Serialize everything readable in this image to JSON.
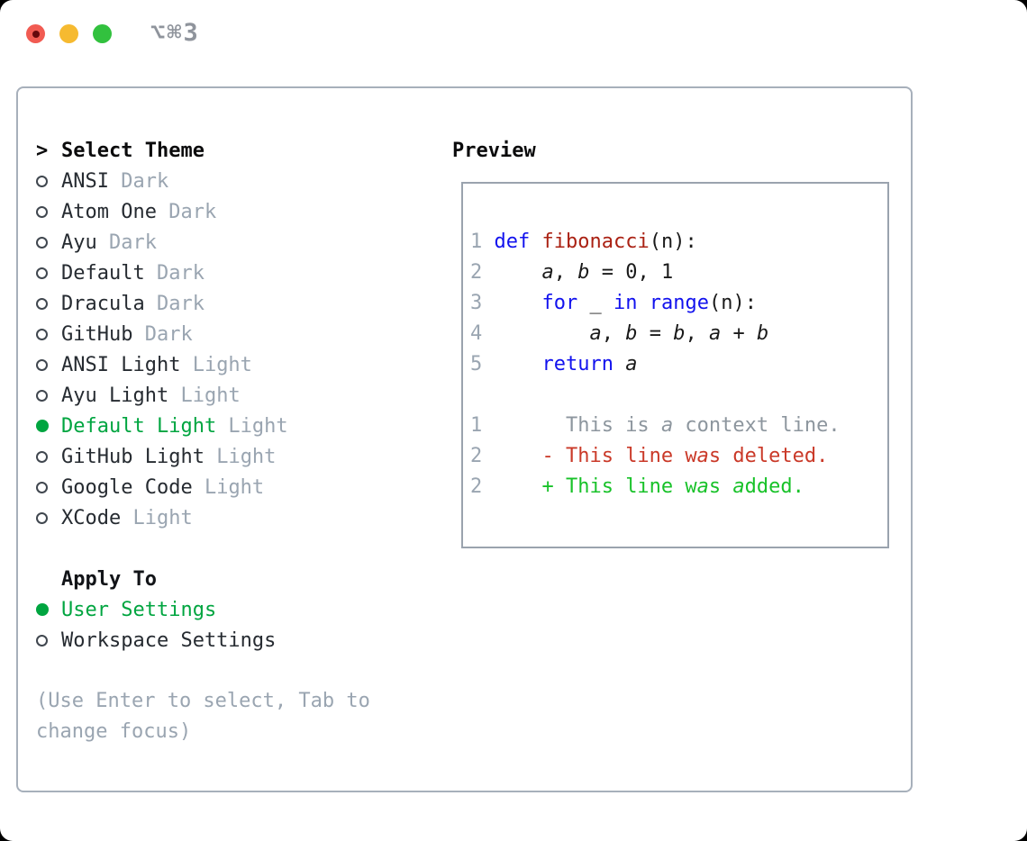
{
  "window": {
    "title": "⌥⌘3"
  },
  "theme_panel": {
    "prompt": ">",
    "header": "Select Theme",
    "items": [
      {
        "name": "ANSI",
        "variant": "Dark",
        "selected": false
      },
      {
        "name": "Atom One",
        "variant": "Dark",
        "selected": false
      },
      {
        "name": "Ayu",
        "variant": "Dark",
        "selected": false
      },
      {
        "name": "Default",
        "variant": "Dark",
        "selected": false
      },
      {
        "name": "Dracula",
        "variant": "Dark",
        "selected": false
      },
      {
        "name": "GitHub",
        "variant": "Dark",
        "selected": false
      },
      {
        "name": "ANSI Light",
        "variant": "Light",
        "selected": false
      },
      {
        "name": "Ayu Light",
        "variant": "Light",
        "selected": false
      },
      {
        "name": "Default Light",
        "variant": "Light",
        "selected": true
      },
      {
        "name": "GitHub Light",
        "variant": "Light",
        "selected": false
      },
      {
        "name": "Google Code",
        "variant": "Light",
        "selected": false
      },
      {
        "name": "XCode",
        "variant": "Light",
        "selected": false
      }
    ],
    "apply_to": {
      "header": "Apply To",
      "options": [
        {
          "name": "User Settings",
          "selected": true
        },
        {
          "name": "Workspace Settings",
          "selected": false
        }
      ]
    },
    "help": "(Use Enter to select, Tab to change focus)"
  },
  "preview": {
    "title": "Preview",
    "lines": [
      {
        "num": "1",
        "segs": [
          {
            "c": "plain",
            "t": " "
          },
          {
            "c": "kw",
            "t": "def"
          },
          {
            "c": "plain",
            "t": " "
          },
          {
            "c": "fn",
            "t": "fibonacci"
          },
          {
            "c": "plain",
            "t": "(n):"
          }
        ]
      },
      {
        "num": "2",
        "segs": [
          {
            "c": "plain",
            "t": "     "
          },
          {
            "c": "var",
            "t": "a"
          },
          {
            "c": "plain",
            "t": ", "
          },
          {
            "c": "var",
            "t": "b"
          },
          {
            "c": "plain",
            "t": " = 0, 1"
          }
        ]
      },
      {
        "num": "3",
        "segs": [
          {
            "c": "plain",
            "t": "     "
          },
          {
            "c": "kw",
            "t": "for"
          },
          {
            "c": "plain",
            "t": " _ "
          },
          {
            "c": "kw",
            "t": "in"
          },
          {
            "c": "plain",
            "t": " "
          },
          {
            "c": "kw",
            "t": "range"
          },
          {
            "c": "plain",
            "t": "(n):"
          }
        ]
      },
      {
        "num": "4",
        "segs": [
          {
            "c": "plain",
            "t": "         "
          },
          {
            "c": "var",
            "t": "a"
          },
          {
            "c": "plain",
            "t": ", "
          },
          {
            "c": "var",
            "t": "b"
          },
          {
            "c": "plain",
            "t": " = "
          },
          {
            "c": "var",
            "t": "b"
          },
          {
            "c": "plain",
            "t": ", "
          },
          {
            "c": "var",
            "t": "a"
          },
          {
            "c": "plain",
            "t": " + "
          },
          {
            "c": "var",
            "t": "b"
          }
        ]
      },
      {
        "num": "5",
        "segs": [
          {
            "c": "plain",
            "t": "     "
          },
          {
            "c": "kw",
            "t": "return"
          },
          {
            "c": "plain",
            "t": " "
          },
          {
            "c": "var",
            "t": "a"
          }
        ]
      },
      {
        "num": "",
        "segs": []
      },
      {
        "num": "1",
        "segs": [
          {
            "c": "ctx",
            "t": "       This is "
          },
          {
            "c": "ctxi",
            "t": "a"
          },
          {
            "c": "ctx",
            "t": " context line."
          }
        ]
      },
      {
        "num": "2",
        "segs": [
          {
            "c": "del",
            "t": "     - This line w"
          },
          {
            "c": "deli",
            "t": "a"
          },
          {
            "c": "del",
            "t": "s deleted."
          }
        ]
      },
      {
        "num": "2",
        "segs": [
          {
            "c": "add",
            "t": "     + This line w"
          },
          {
            "c": "addi",
            "t": "a"
          },
          {
            "c": "add",
            "t": "s "
          },
          {
            "c": "addi",
            "t": "a"
          },
          {
            "c": "add",
            "t": "dded."
          }
        ]
      }
    ]
  },
  "colors": {
    "sel-green": "#00a540",
    "kw-blue": "#1212ee",
    "fn-red": "#aa2113",
    "diff-red": "#ca3928",
    "diff-green": "#18c229",
    "muted": "#9aa5b1",
    "ctx": "#8d969e",
    "ink": "#262b31"
  }
}
